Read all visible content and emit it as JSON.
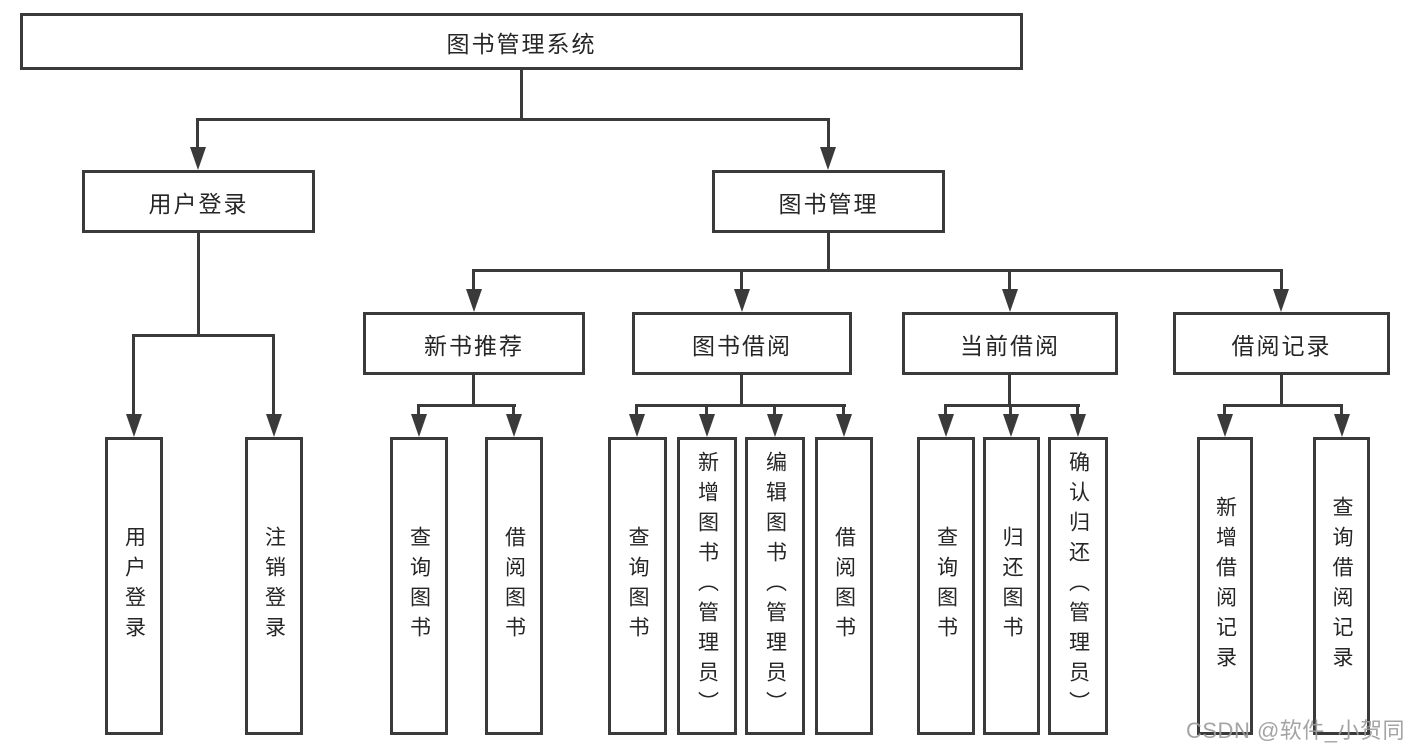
{
  "nodes": {
    "root": "图书管理系统",
    "user_login": "用户登录",
    "book_management": "图书管理",
    "new_book_recommend": "新书推荐",
    "book_borrow": "图书借阅",
    "current_borrow": "当前借阅",
    "borrow_record": "借阅记录",
    "ul_user_login": "用户登录",
    "ul_logout": "注销登录",
    "nb_query_book": "查询图书",
    "nb_borrow_book": "借阅图书",
    "bb_query_book": "查询图书",
    "bb_add_book": "新增图书（管理员）",
    "bb_edit_book": "编辑图书（管理员）",
    "bb_borrow_book": "借阅图书",
    "cb_query_book": "查询图书",
    "cb_return_book": "归还图书",
    "cb_confirm_return": "确认归还（管理员）",
    "br_add_record": "新增借阅记录",
    "br_query_record": "查询借阅记录"
  },
  "edges": [
    [
      "root",
      "user_login"
    ],
    [
      "root",
      "book_management"
    ],
    [
      "user_login",
      "ul_user_login"
    ],
    [
      "user_login",
      "ul_logout"
    ],
    [
      "book_management",
      "new_book_recommend"
    ],
    [
      "book_management",
      "book_borrow"
    ],
    [
      "book_management",
      "current_borrow"
    ],
    [
      "book_management",
      "borrow_record"
    ],
    [
      "new_book_recommend",
      "nb_query_book"
    ],
    [
      "new_book_recommend",
      "nb_borrow_book"
    ],
    [
      "book_borrow",
      "bb_query_book"
    ],
    [
      "book_borrow",
      "bb_add_book"
    ],
    [
      "book_borrow",
      "bb_edit_book"
    ],
    [
      "book_borrow",
      "bb_borrow_book"
    ],
    [
      "current_borrow",
      "cb_query_book"
    ],
    [
      "current_borrow",
      "cb_return_book"
    ],
    [
      "current_borrow",
      "cb_confirm_return"
    ],
    [
      "borrow_record",
      "br_add_record"
    ],
    [
      "borrow_record",
      "br_query_record"
    ]
  ],
  "watermark": {
    "text": "CSDN @软件_小贺同学",
    "color": "#9b9b9b"
  },
  "colors": {
    "line": "#3a3a3a",
    "box_border": "#3a3a3a",
    "text": "#262626",
    "background": "#ffffff"
  }
}
